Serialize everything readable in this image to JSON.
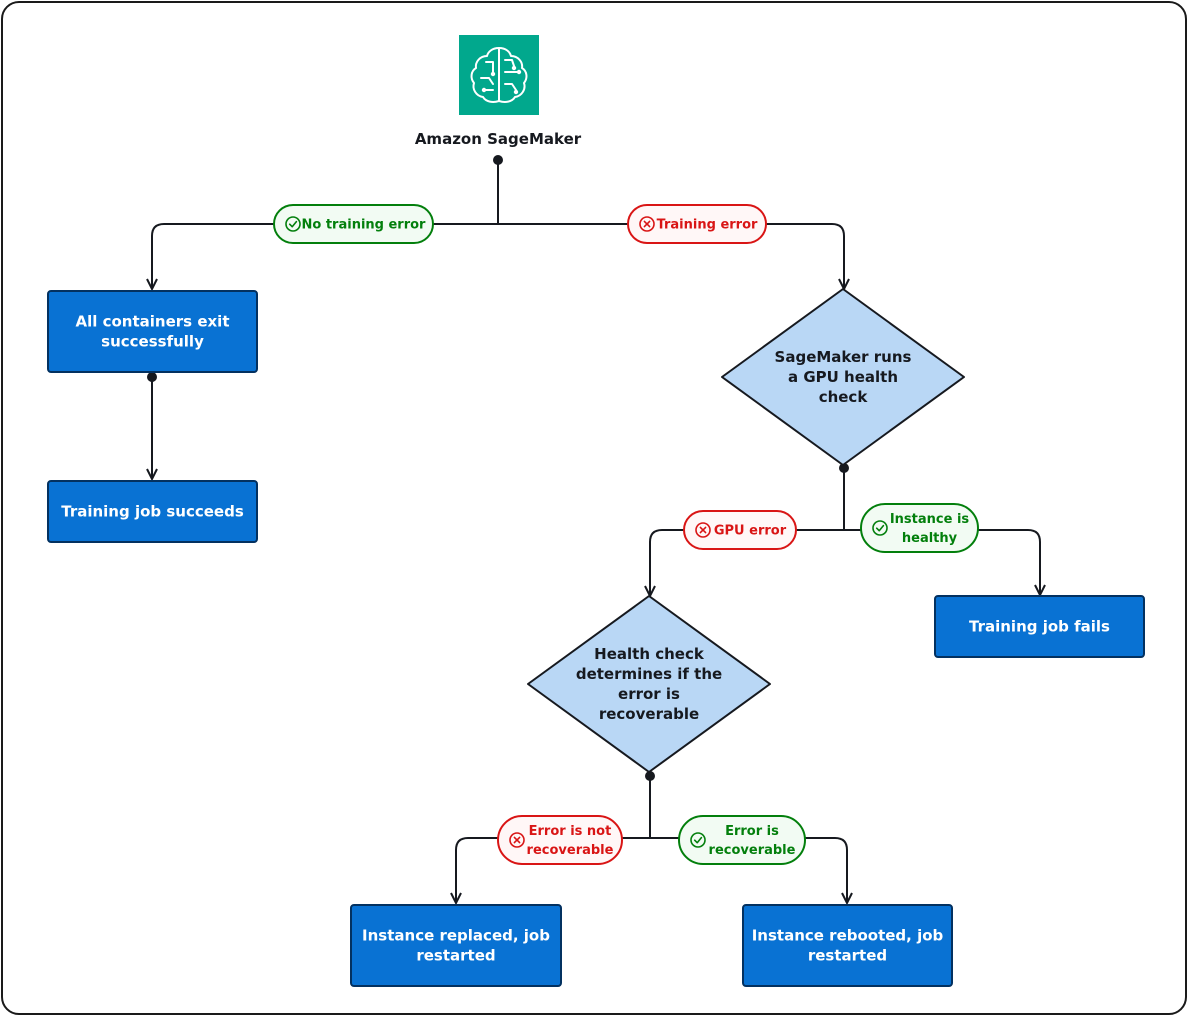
{
  "service": {
    "name": "Amazon SageMaker",
    "icon": "sagemaker-brain-icon",
    "icon_color": "#01a88d"
  },
  "colors": {
    "process_fill": "#0972d3",
    "process_stroke": "#033160",
    "decision_fill": "#b9d7f5",
    "decision_stroke": "#16191f",
    "success": "#037f0c",
    "success_bg": "#f2fbf3",
    "error": "#d91515",
    "error_bg": "#fff7f7",
    "line": "#16191f"
  },
  "nodes": {
    "containers_exit": {
      "lines": [
        "All containers exit",
        "successfully"
      ]
    },
    "job_succeeds": {
      "lines": [
        "Training job succeeds"
      ]
    },
    "gpu_check": {
      "lines": [
        "SageMaker runs",
        "a GPU health",
        "check"
      ]
    },
    "job_fails": {
      "lines": [
        "Training job fails"
      ]
    },
    "recoverable_check": {
      "lines": [
        "Health check",
        "determines if the",
        "error is",
        "recoverable"
      ]
    },
    "instance_replaced": {
      "lines": [
        "Instance replaced, job",
        "restarted"
      ]
    },
    "instance_rebooted": {
      "lines": [
        "Instance rebooted, job",
        "restarted"
      ]
    }
  },
  "edges": {
    "no_training_error": {
      "lines": [
        "No training error"
      ],
      "status": "success",
      "icon": "check-circle-icon"
    },
    "training_error": {
      "lines": [
        "Training error"
      ],
      "status": "error",
      "icon": "x-circle-icon"
    },
    "gpu_error": {
      "lines": [
        "GPU error"
      ],
      "status": "error",
      "icon": "x-circle-icon"
    },
    "instance_healthy": {
      "lines": [
        "Instance is",
        "healthy"
      ],
      "status": "success",
      "icon": "check-circle-icon"
    },
    "not_recoverable": {
      "lines": [
        "Error is not",
        "recoverable"
      ],
      "status": "error",
      "icon": "x-circle-icon"
    },
    "recoverable": {
      "lines": [
        "Error is",
        "recoverable"
      ],
      "status": "success",
      "icon": "check-circle-icon"
    }
  }
}
